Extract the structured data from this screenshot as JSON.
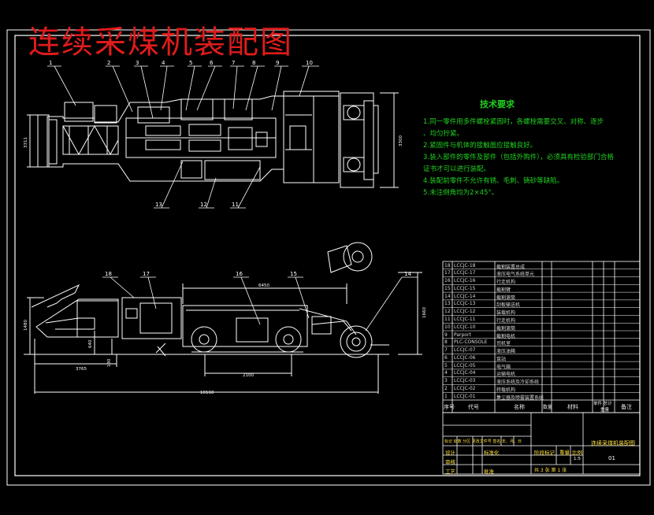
{
  "drawing": {
    "title": "连续采煤机装配图",
    "accent_red": "#e01b1b",
    "line_color": "#ffffff",
    "note_color": "#20d020",
    "table_text_color": "#ffe040"
  },
  "plan_view": {
    "balloons_top": [
      "1",
      "2",
      "3",
      "4",
      "5",
      "6",
      "7",
      "8",
      "9",
      "10"
    ],
    "balloons_bottom": [
      "13",
      "12",
      "11"
    ],
    "dims": {
      "height_left": "3311",
      "height_right": "3300"
    }
  },
  "side_view": {
    "balloons": [
      "18",
      "17",
      "16",
      "15",
      "14"
    ],
    "dims": {
      "top": "6450",
      "right": "1660",
      "left": "1480",
      "left2": "640",
      "bottom_a": "3765",
      "bottom_b": "2100",
      "bottom_c": "130",
      "bottom_total": "10160"
    }
  },
  "tech_requirements": {
    "title": "技术要求",
    "items": [
      "1.同一零件用多件螺栓紧固时，各螺栓需要交叉、对称、逐步",
      "  、均匀拧紧。",
      "2.紧固件与机体的接触面应接触良好。",
      "3.装入部件的零件及部件（包括外购件），必须具有检验部门合格",
      "  证书才可以进行装配。",
      "4.装配前零件不允许有锈、毛刺、铸砂等缺陷。",
      "5.未注倒角均为2×45°。"
    ]
  },
  "parts_list": {
    "rows": [
      {
        "no": "18",
        "code": "LCCJC-18",
        "name": "截割装置总成"
      },
      {
        "no": "17",
        "code": "LCCJC-17",
        "name": "液压电气系统单元"
      },
      {
        "no": "16",
        "code": "LCCJC-16",
        "name": "行走机构"
      },
      {
        "no": "15",
        "code": "LCCJC-15",
        "name": "截割臂"
      },
      {
        "no": "14",
        "code": "LCCJC-14",
        "name": "截割滚筒"
      },
      {
        "no": "13",
        "code": "LCCJC-13",
        "name": "刮板输送机"
      },
      {
        "no": "12",
        "code": "LCCJC-12",
        "name": "装载机构"
      },
      {
        "no": "11",
        "code": "LCCJC-11",
        "name": "行走机构"
      },
      {
        "no": "10",
        "code": "LCCJC-10",
        "name": "截割滚筒"
      },
      {
        "no": "9",
        "code": "Parport",
        "name": "截割电机"
      },
      {
        "no": "8",
        "code": "PLC-CONSOLE",
        "name": "司机室"
      },
      {
        "no": "7",
        "code": "LCCJC-07",
        "name": "液压油箱"
      },
      {
        "no": "6",
        "code": "LCCJC-06",
        "name": "泵站"
      },
      {
        "no": "5",
        "code": "LCCJC-05",
        "name": "电气箱"
      },
      {
        "no": "4",
        "code": "LCCJC-04",
        "name": "运输电机"
      },
      {
        "no": "3",
        "code": "LCCJC-03",
        "name": "液压系统及冷却系统"
      },
      {
        "no": "2",
        "code": "LCCJC-02",
        "name": "转载机构"
      },
      {
        "no": "1",
        "code": "LCCJC-01",
        "name": "集尘器及喷雾装置系统"
      }
    ],
    "headers": {
      "no": "序号",
      "code": "代号",
      "name": "名称",
      "qty": "数量",
      "material": "材料",
      "weight": "单件 总计",
      "weight_sub": "重量",
      "remark": "备注"
    }
  },
  "title_block": {
    "drawing_name": "连续采煤机装配图",
    "drawing_no": "01",
    "scale": "1:5",
    "sheet_info": "共 3 张    第 1 张",
    "labels": {
      "design": "设计",
      "check": "审核",
      "craft": "工艺",
      "approve": "批准",
      "standard": "标准化",
      "stage": "阶段标记",
      "weight": "重量",
      "ratio": "比例",
      "revision_row": "标记 处数 分区 更改文件号 签名 年、月、日"
    }
  }
}
